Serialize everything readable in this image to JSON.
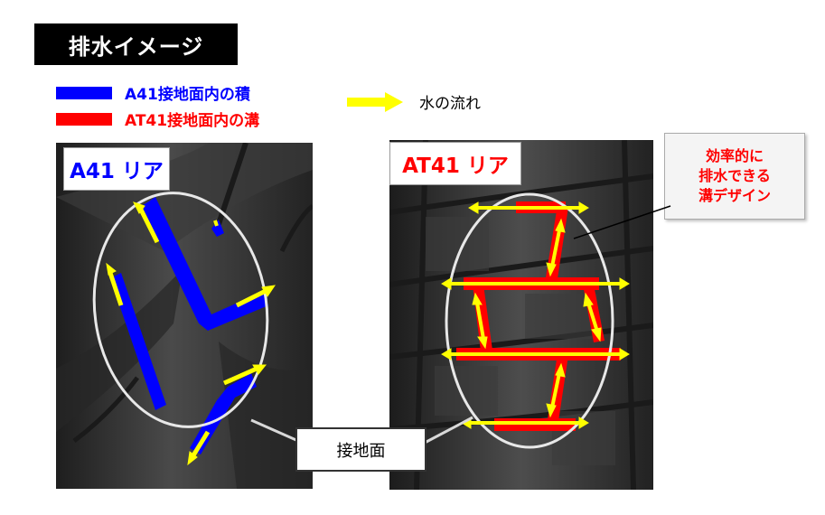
{
  "title": "排水イメージ",
  "legend": {
    "a41_label": "A41接地面内の積",
    "at41_label": "AT41接地面内の溝",
    "flow_label": "水の流れ"
  },
  "left_panel": {
    "label": "A41 リア"
  },
  "right_panel": {
    "label": "AT41 リア"
  },
  "callout": {
    "lines": [
      "効率的に",
      "排水できる",
      "溝デザイン"
    ]
  },
  "contact_label": "接地面",
  "colors": {
    "a41_blue": "#0000ff",
    "at41_red": "#ff0000",
    "flow_yellow": "#ffff00",
    "a41_label_color": "#0000ff",
    "at41_label_color": "#ff0000",
    "ellipse": "#e8e8e8"
  }
}
